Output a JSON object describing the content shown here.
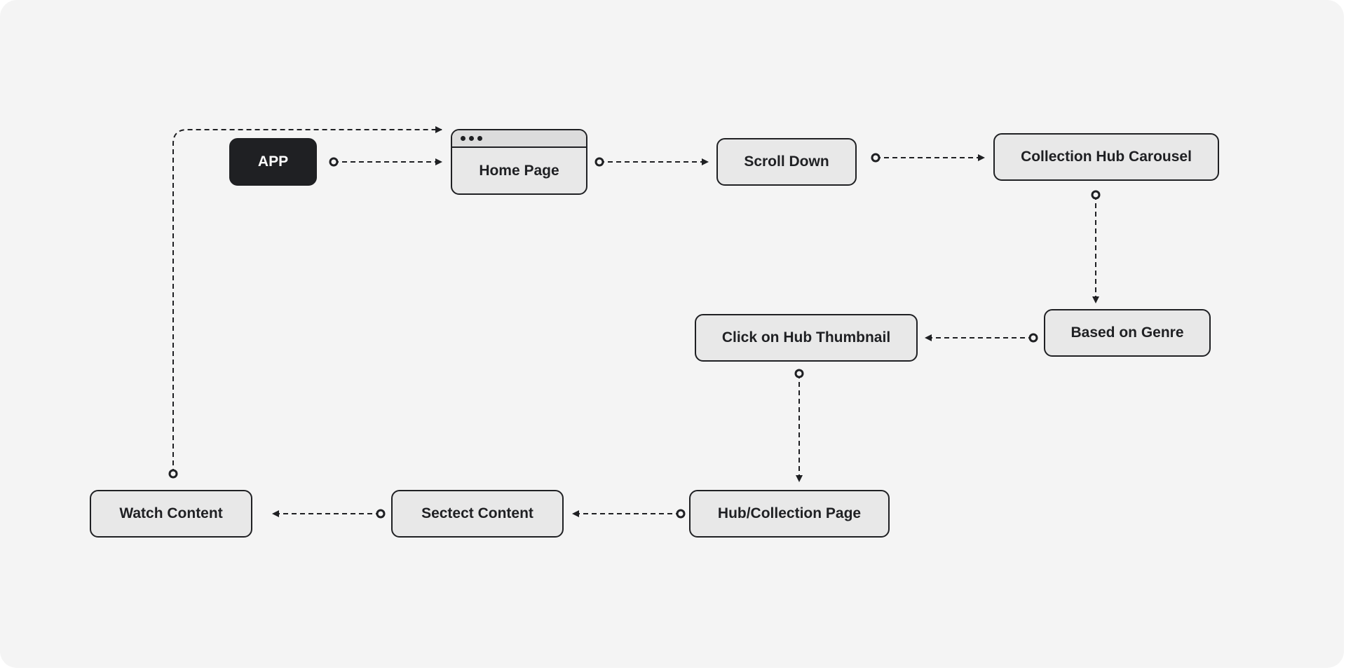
{
  "diagram": {
    "nodes": {
      "app": "APP",
      "home_page": "Home Page",
      "scroll_down": "Scroll Down",
      "collection_hub_carousel": "Collection Hub Carousel",
      "based_on_genre": "Based on Genre",
      "click_on_hub_thumbnail": "Click on Hub Thumbnail",
      "hub_collection_page": "Hub/Collection Page",
      "select_content": "Sectect Content",
      "watch_content": "Watch Content"
    },
    "edges": [
      {
        "from": "app",
        "to": "home_page"
      },
      {
        "from": "home_page",
        "to": "scroll_down"
      },
      {
        "from": "scroll_down",
        "to": "collection_hub_carousel"
      },
      {
        "from": "collection_hub_carousel",
        "to": "based_on_genre"
      },
      {
        "from": "based_on_genre",
        "to": "click_on_hub_thumbnail"
      },
      {
        "from": "click_on_hub_thumbnail",
        "to": "hub_collection_page"
      },
      {
        "from": "hub_collection_page",
        "to": "select_content"
      },
      {
        "from": "select_content",
        "to": "watch_content"
      },
      {
        "from": "watch_content",
        "to": "home_page"
      }
    ],
    "colors": {
      "background": "#f4f4f4",
      "node_fill": "#e8e8e8",
      "stroke": "#1f2023",
      "start_node_fill": "#1f2023"
    }
  }
}
